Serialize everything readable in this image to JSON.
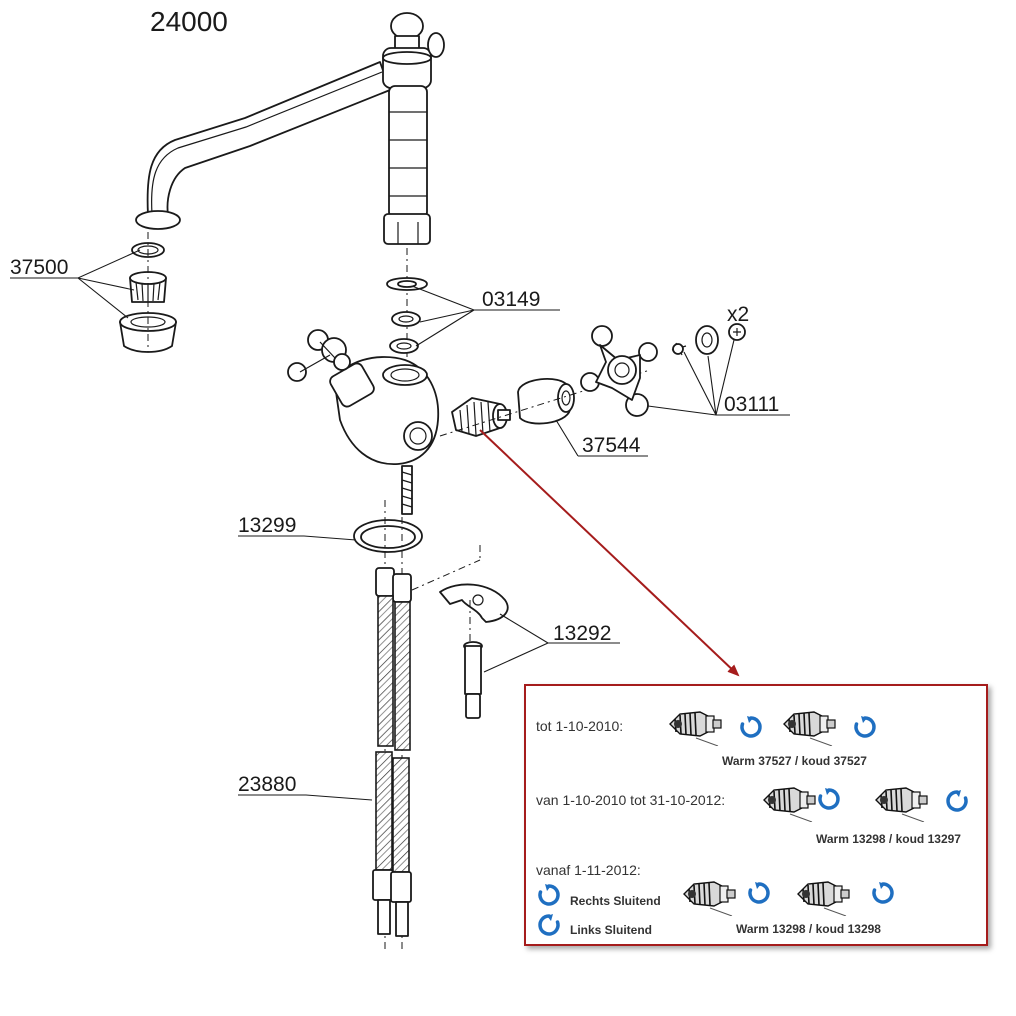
{
  "diagram": {
    "title": "24000",
    "parts": [
      {
        "id": "37500",
        "label": "37500"
      },
      {
        "id": "03149",
        "label": "03149"
      },
      {
        "id": "03111",
        "label": "03111",
        "qty": "x2"
      },
      {
        "id": "37544",
        "label": "37544"
      },
      {
        "id": "13299",
        "label": "13299"
      },
      {
        "id": "13292",
        "label": "13292"
      },
      {
        "id": "23880",
        "label": "23880"
      }
    ],
    "colors": {
      "line": "#1a1a1a",
      "callout_arrow": "#a51c1c",
      "box_border": "#a51c1c",
      "rotation_icon": "#1f6fc1"
    }
  },
  "cartridge_info": {
    "periods": [
      {
        "label": "tot 1-10-2010:",
        "caption": "Warm 37527 / koud 37527",
        "rotations": [
          "clockwise-icon",
          "clockwise-icon"
        ]
      },
      {
        "label": "van 1-10-2010 tot 31-10-2012:",
        "caption": "Warm 13298 / koud 13297",
        "rotations": [
          "clockwise-icon",
          "counterclockwise-icon"
        ]
      },
      {
        "label": "vanaf 1-11-2012:",
        "caption": "Warm 13298 / koud 13298",
        "rotations": [
          "clockwise-icon",
          "clockwise-icon"
        ]
      }
    ],
    "legend": [
      {
        "icon": "clockwise-icon",
        "label": "Rechts Sluitend"
      },
      {
        "icon": "counterclockwise-icon",
        "label": "Links Sluitend"
      }
    ]
  }
}
